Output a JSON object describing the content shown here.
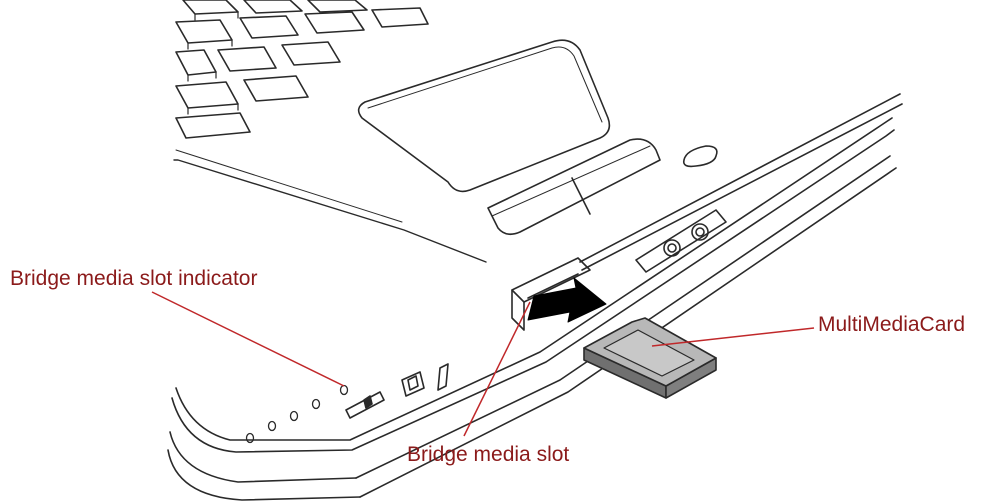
{
  "labels": {
    "indicator": "Bridge media slot indicator",
    "card": "MultiMediaCard",
    "slot": "Bridge media slot"
  },
  "colors": {
    "label_text": "#8b1a1a",
    "leader_line": "#c0282a",
    "outline": "#2a2a2a",
    "card_face": "#b8b8b8",
    "card_side": "#707070",
    "arrow": "#000000"
  },
  "icons": {
    "insertion_direction": "arrow-right-icon"
  }
}
